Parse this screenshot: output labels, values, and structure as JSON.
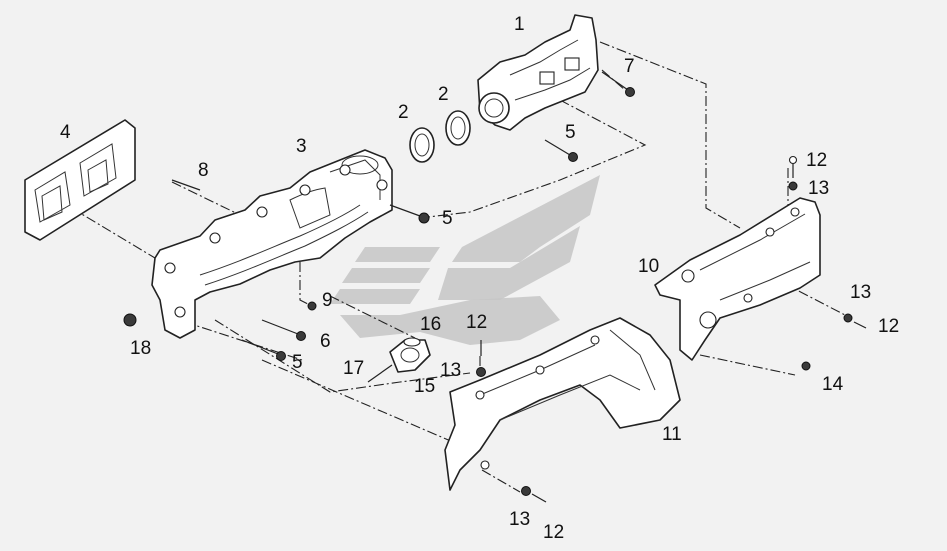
{
  "callouts": {
    "c1": "1",
    "c2a": "2",
    "c2b": "2",
    "c3": "3",
    "c4": "4",
    "c5a": "5",
    "c5b": "5",
    "c5c": "5",
    "c6": "6",
    "c7": "7",
    "c8": "8",
    "c9": "9",
    "c10": "10",
    "c11": "11",
    "c12a": "12",
    "c12b": "12",
    "c12c": "12",
    "c12d": "12",
    "c13a": "13",
    "c13b": "13",
    "c13c": "13",
    "c13d": "13",
    "c14": "14",
    "c15": "15",
    "c16": "16",
    "c17": "17",
    "c18": "18"
  },
  "colors": {
    "background": "#f2f2f2",
    "line": "#222222",
    "watermark": "#c6c6c6"
  }
}
